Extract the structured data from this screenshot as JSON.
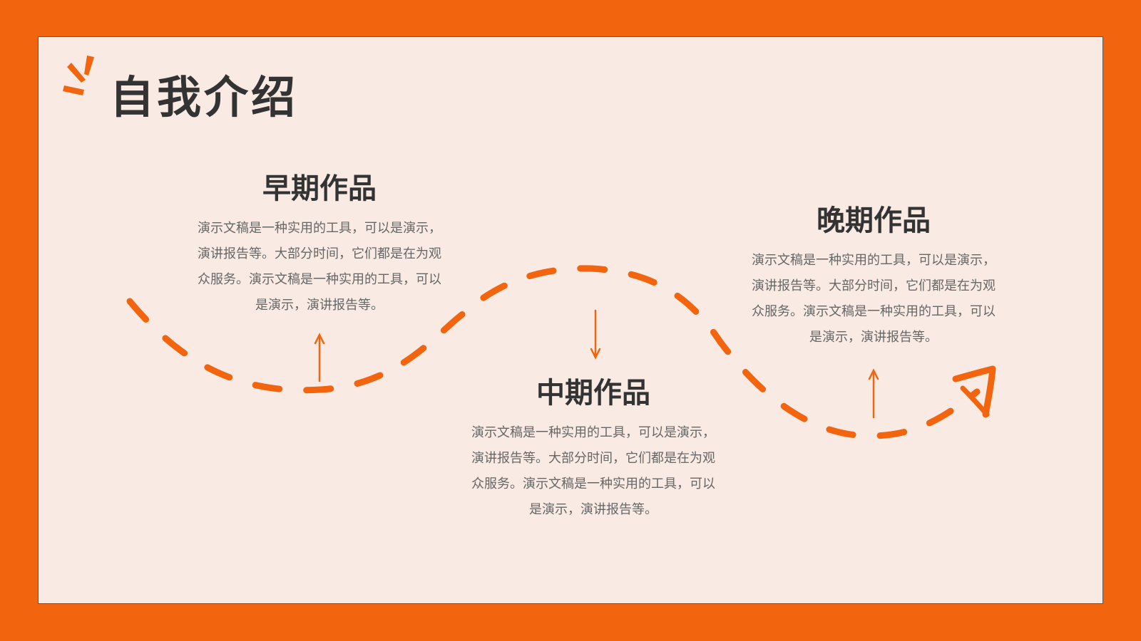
{
  "page": {
    "title": "自我介绍"
  },
  "colors": {
    "background_outer": "#f2640d",
    "background_inner": "#f9ebe4",
    "accent": "#f2640d",
    "text_dark": "#333333",
    "text_body": "#666666"
  },
  "icons": {
    "burst": "burst-lines-icon",
    "arrow_up": "arrow-up-icon",
    "arrow_down": "arrow-down-icon",
    "arrow_end": "arrow-head-icon"
  },
  "sections": [
    {
      "heading": "早期作品",
      "body": "演示文稿是一种实用的工具，可以是演示，演讲报告等。大部分时间，它们都是在为观众服务。演示文稿是一种实用的工具，可以是演示，演讲报告等。"
    },
    {
      "heading": "中期作品",
      "body": "演示文稿是一种实用的工具，可以是演示，演讲报告等。大部分时间，它们都是在为观众服务。演示文稿是一种实用的工具，可以是演示，演讲报告等。"
    },
    {
      "heading": "晚期作品",
      "body": "演示文稿是一种实用的工具，可以是演示，演讲报告等。大部分时间，它们都是在为观众服务。演示文稿是一种实用的工具，可以是演示，演讲报告等。"
    }
  ]
}
